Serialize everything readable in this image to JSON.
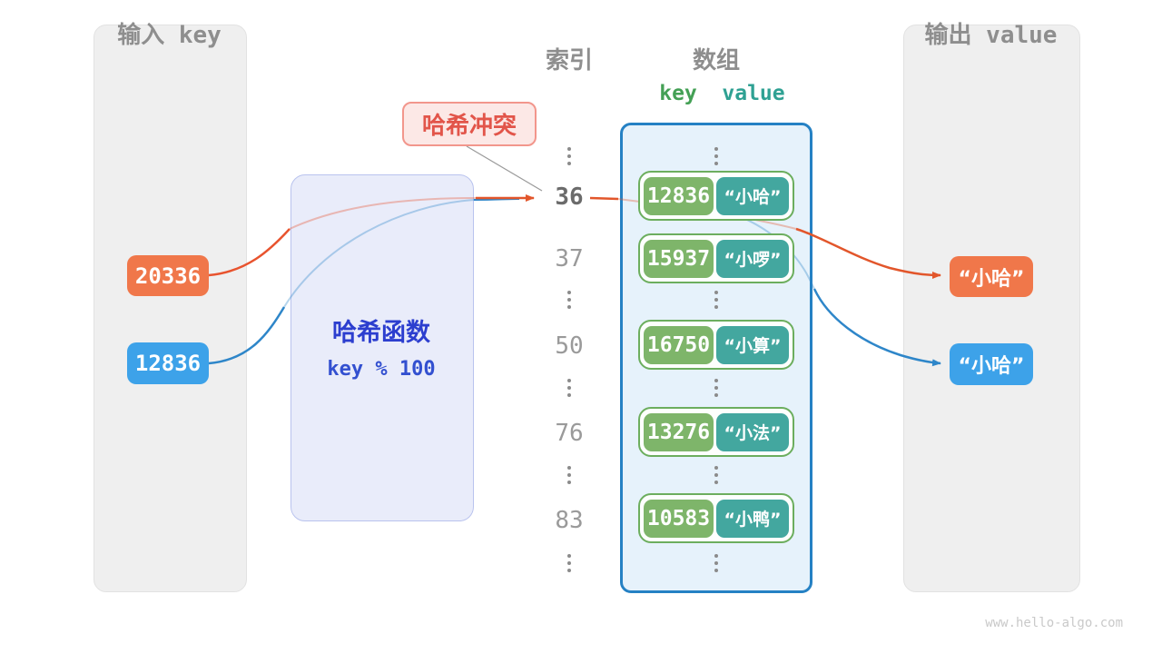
{
  "input": {
    "title": "输入 key",
    "keys": [
      {
        "value": "20336",
        "color": "#f0774a"
      },
      {
        "value": "12836",
        "color": "#3da2e9"
      }
    ]
  },
  "hash": {
    "title": "哈希函数",
    "formula": "key % 100"
  },
  "collision": {
    "text": "哈希冲突"
  },
  "headers": {
    "index": "索引",
    "array": "数组",
    "key": "key",
    "value": "value"
  },
  "indices": [
    "36",
    "37",
    "50",
    "76",
    "83"
  ],
  "highlighted_index": "36",
  "array": {
    "rows": [
      {
        "key": "12836",
        "value": "“小哈”"
      },
      {
        "key": "15937",
        "value": "“小啰”"
      },
      {
        "key": "16750",
        "value": "“小算”"
      },
      {
        "key": "13276",
        "value": "“小法”"
      },
      {
        "key": "10583",
        "value": "“小鸭”"
      }
    ]
  },
  "output": {
    "title": "输出 value",
    "values": [
      {
        "text": "“小哈”",
        "color": "#f0774a"
      },
      {
        "text": "“小哈”",
        "color": "#3da2e9"
      }
    ]
  },
  "colors": {
    "arrow_orange": "#e2562b",
    "arrow_blue": "#2e86c9",
    "key_green": "#7eb56a",
    "value_teal": "#43a79f",
    "array_border": "#2581c4",
    "collision_red": "#e2554a",
    "hash_blue": "#2c3ecf"
  },
  "watermark": "www.hello-algo.com"
}
